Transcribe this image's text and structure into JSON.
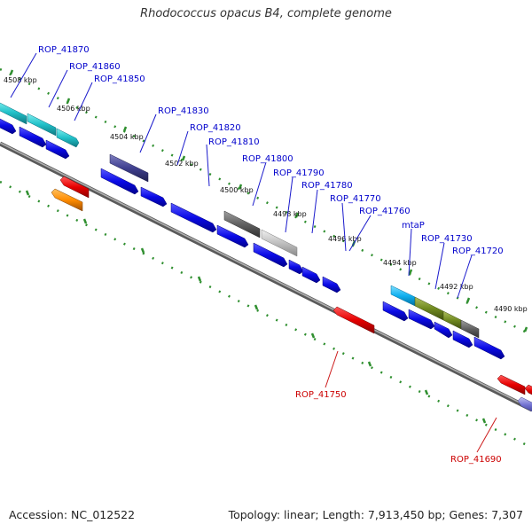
{
  "title": "Rhodococcus opacus B4, complete genome",
  "footer": {
    "accession": "Accession: NC_012522",
    "summary": "Topology: linear; Length: 7,913,450 bp; Genes: 7,307"
  },
  "colors": {
    "forward_gene": "#0a0ae6",
    "reverse_gene": "#e00000",
    "forward_label": "#0000cc",
    "reverse_label": "#cc0000",
    "backbone": "#8c8c8c",
    "tick": "#2f8f2f"
  },
  "kbp_labels": [
    "4508 kbp",
    "4506 kbp",
    "4504 kbp",
    "4502 kbp",
    "4500 kbp",
    "4498 kbp",
    "4496 kbp",
    "4494 kbp",
    "4492 kbp",
    "4490 kbp"
  ],
  "forward_labels": [
    "ROP_41870",
    "ROP_41860",
    "ROP_41850",
    "ROP_41830",
    "ROP_41820",
    "ROP_41810",
    "ROP_41800",
    "ROP_41790",
    "ROP_41780",
    "ROP_41770",
    "ROP_41760",
    "mtaP",
    "ROP_41730",
    "ROP_41720"
  ],
  "reverse_labels": [
    "ROP_41750",
    "ROP_41690"
  ]
}
